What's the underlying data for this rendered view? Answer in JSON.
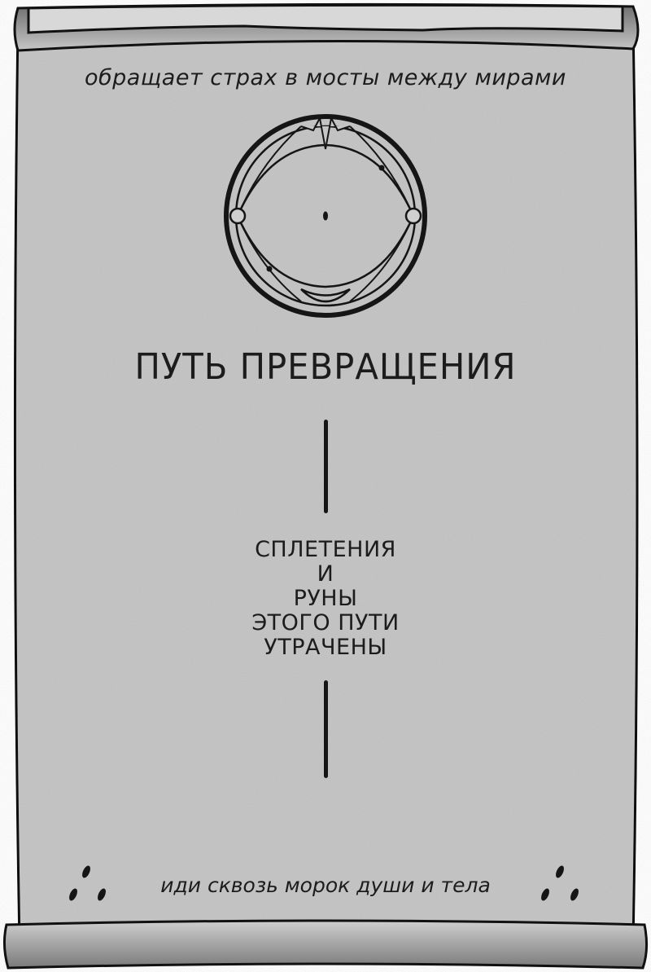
{
  "scroll": {
    "top_text": "обращает страх в мосты между мирами",
    "title": "ПУТЬ ПРЕВРАЩЕНИЯ",
    "lost_lines": [
      "СПЛЕТЕНИЯ",
      "И",
      "РУНЫ",
      "ЭТОГО ПУТИ",
      "УТРАЧЕНЫ"
    ],
    "bottom_text": "иди сквозь морок души и тела",
    "emblem_icon": "ring-sigil-icon",
    "colors": {
      "parchment": "#c8c8c8",
      "ink": "#1a1a1a"
    }
  }
}
